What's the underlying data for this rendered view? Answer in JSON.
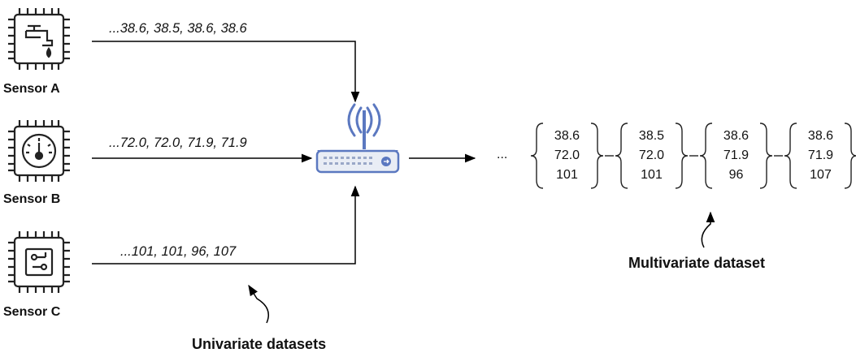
{
  "sensors": [
    {
      "label": "Sensor A",
      "icon": "faucet-icon",
      "stream": "...38.6, 38.5, 38.6, 38.6"
    },
    {
      "label": "Sensor B",
      "icon": "gauge-icon",
      "stream": "...72.0, 72.0, 71.9, 71.9"
    },
    {
      "label": "Sensor C",
      "icon": "circuit-board-icon",
      "stream": "...101, 101, 96, 107"
    }
  ],
  "hub": {
    "icon": "router-icon"
  },
  "dataset": {
    "leading": "...",
    "records": [
      [
        "38.6",
        "72.0",
        "101"
      ],
      [
        "38.5",
        "72.0",
        "101"
      ],
      [
        "38.6",
        "71.9",
        "96"
      ],
      [
        "38.6",
        "71.9",
        "107"
      ]
    ]
  },
  "callouts": {
    "multivariate": "Multivariate dataset",
    "univariate": "Univariate datasets"
  },
  "colors": {
    "line": "#000000",
    "router_blue": "#5b78c0",
    "router_body": "#e9edf5"
  }
}
